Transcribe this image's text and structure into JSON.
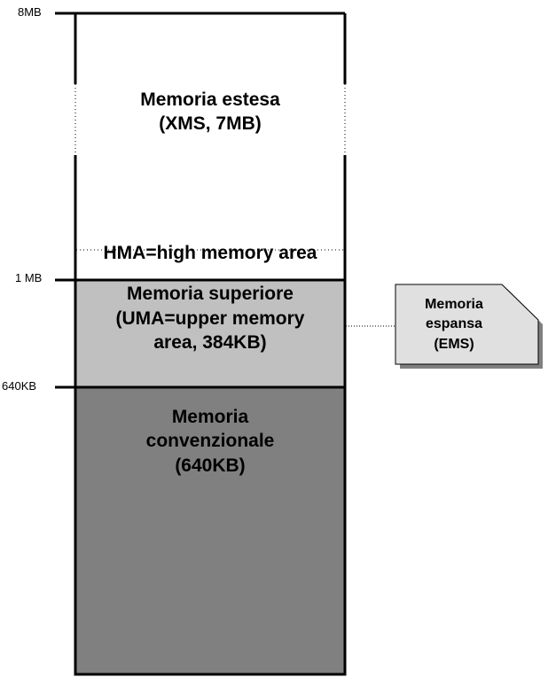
{
  "axis_labels": {
    "top": "8MB",
    "one_mb": "1 MB",
    "kb640": "640KB"
  },
  "regions": {
    "extended": {
      "line1": "Memoria estesa",
      "line2": "(XMS, 7MB)",
      "hma": "HMA=high memory area"
    },
    "upper": {
      "line1": "Memoria superiore",
      "line2": "(UMA=upper memory",
      "line3": "area, 384KB)"
    },
    "conventional": {
      "line1": "Memoria",
      "line2": "convenzionale",
      "line3": "(640KB)"
    }
  },
  "ems_note": {
    "line1": "Memoria",
    "line2": "espansa",
    "line3": "(EMS)"
  },
  "colors": {
    "upper_fill": "#c0c0c0",
    "conventional_fill": "#808080",
    "ems_fill": "#e0e0e0",
    "shadow": "#808080"
  }
}
